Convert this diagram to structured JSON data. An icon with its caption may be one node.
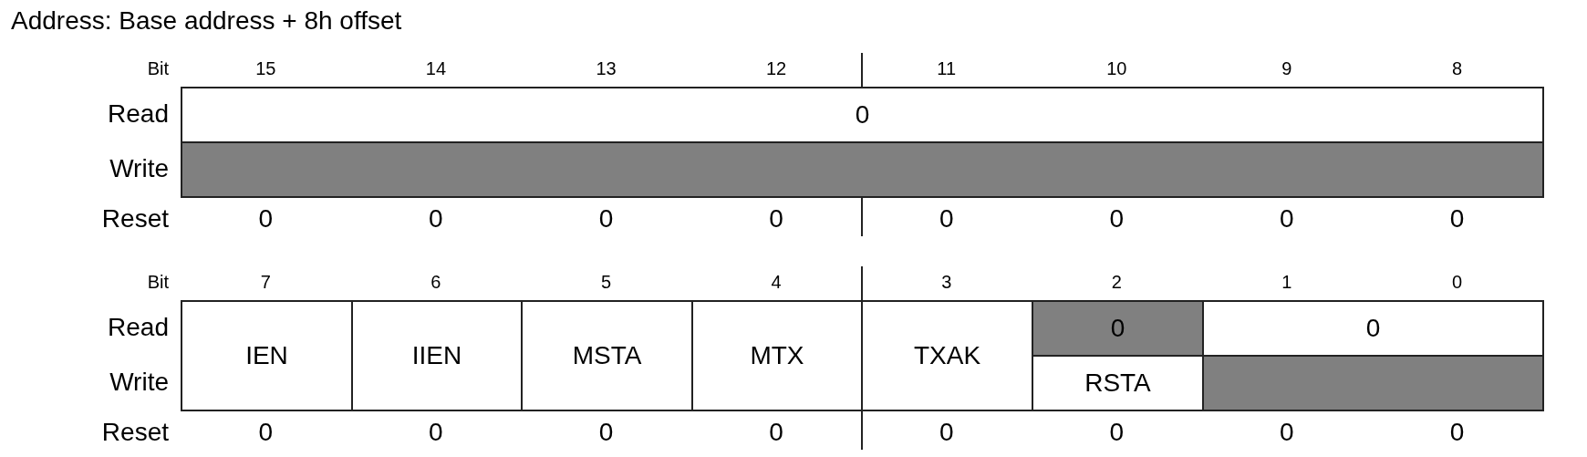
{
  "diagram": {
    "title": "Address: Base address + 8h offset",
    "labels": [
      "Bit",
      "15",
      "14",
      "13",
      "12",
      "11",
      "10",
      "9",
      "8",
      "Read",
      "0",
      "Write",
      "Reset",
      "0",
      "0",
      "0",
      "0",
      "0",
      "0",
      "0",
      "0",
      "Bit",
      "7",
      "6",
      "5",
      "4",
      "3",
      "2",
      "1",
      "0",
      "Read",
      "IEN",
      "IIEN",
      "MSTA",
      "MTX",
      "TXAK",
      "0",
      "0",
      "Write",
      "RSTA",
      "Reset",
      "0",
      "0",
      "0",
      "0",
      "0",
      "0",
      "0",
      "0"
    ]
  }
}
